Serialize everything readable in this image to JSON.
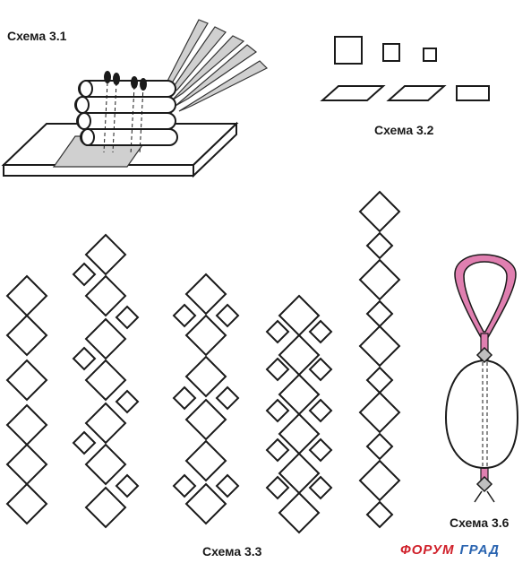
{
  "labels": {
    "scheme_3_1": "Схема 3.1",
    "scheme_3_2": "Схема 3.2",
    "scheme_3_3": "Схема 3.3",
    "scheme_3_6": "Схема 3.6"
  },
  "watermark": {
    "word1": "ФОРУМ",
    "word2": "ГРАД"
  },
  "colors": {
    "outline": "#1a1a1a",
    "loop_pink": "#e07fb0",
    "strip_gray": "#d0d0d0",
    "watermark_red": "#d0202a",
    "watermark_blue": "#2a64b0"
  }
}
